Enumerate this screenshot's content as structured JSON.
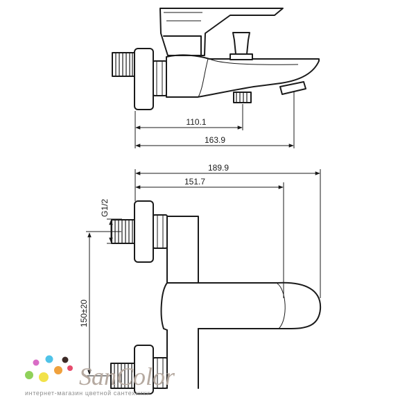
{
  "top_view": {
    "dim_short": "110.1",
    "dim_long": "163.9"
  },
  "front_view": {
    "dim_total": "189.9",
    "dim_spout": "151.7",
    "dim_thread": "G1/2",
    "dim_centers": "150±20"
  },
  "logo": {
    "word": "SanColor",
    "tagline": "интернет-магазин цветной сантехники",
    "dot_colors": [
      "#d96cc6",
      "#4fc3e8",
      "#8fd15a",
      "#f2e24a",
      "#f0a13c",
      "#3d2a26",
      "#e64b6c"
    ]
  }
}
